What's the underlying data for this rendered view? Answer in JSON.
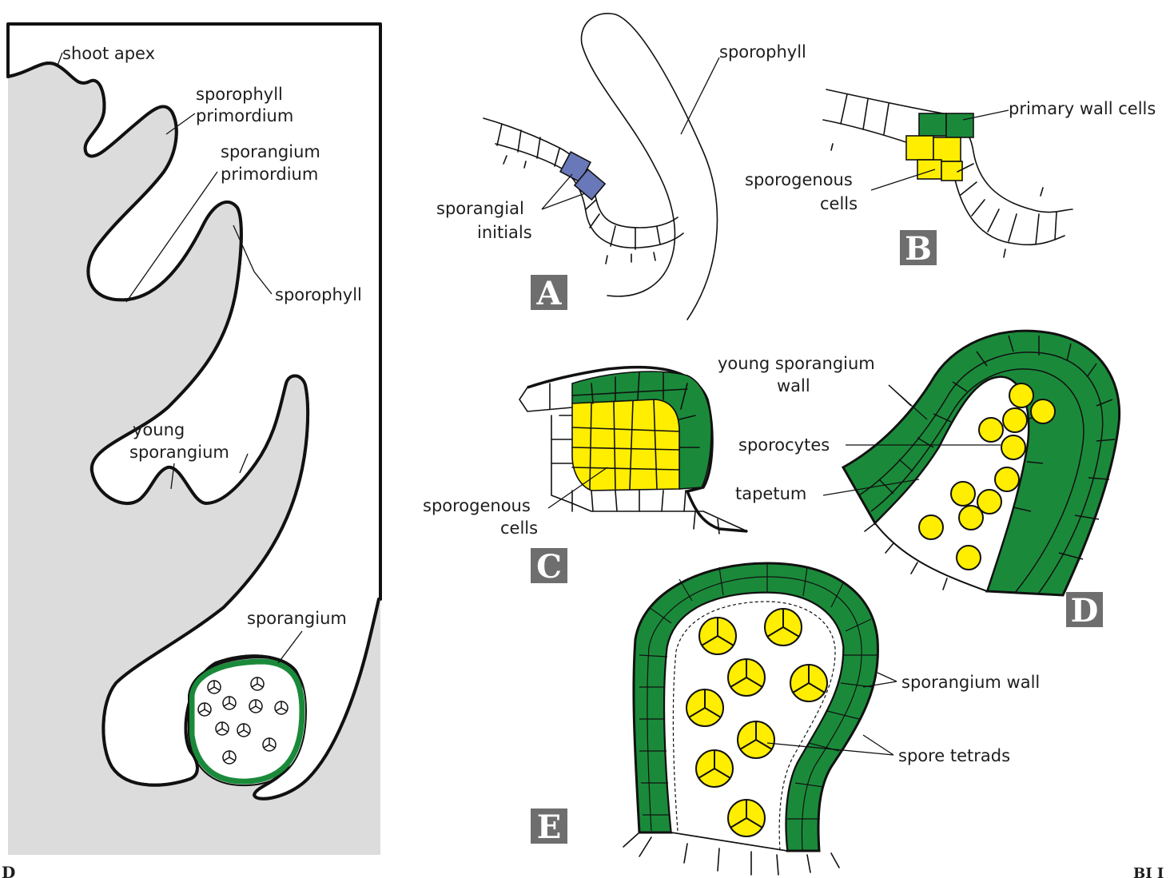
{
  "left_figure": {
    "labels": {
      "shoot_apex": "shoot apex",
      "sporophyll_primordium_1": "sporophyll",
      "sporophyll_primordium_2": "primordium",
      "sporangium_primordium_1": "sporangium",
      "sporangium_primordium_2": "primordium",
      "sporophyll": "sporophyll",
      "young_sporangium_1": "young",
      "young_sporangium_2": "sporangium",
      "sporangium": "sporangium"
    },
    "corner_letter": "D"
  },
  "panel_a": {
    "letter": "A",
    "labels": {
      "sporophyll": "sporophyll",
      "sporangial_initials_1": "sporangial",
      "sporangial_initials_2": "initials"
    }
  },
  "panel_b": {
    "letter": "B",
    "labels": {
      "primary_wall_cells": "primary wall cells",
      "sporogenous_cells_1": "sporogenous",
      "sporogenous_cells_2": "cells"
    }
  },
  "panel_c": {
    "letter": "C",
    "labels": {
      "sporogenous_cells_1": "sporogenous",
      "sporogenous_cells_2": "cells"
    }
  },
  "panel_d": {
    "letter": "D",
    "labels": {
      "young_sporangium_wall_1": "young sporangium",
      "young_sporangium_wall_2": "wall",
      "sporocytes": "sporocytes",
      "tapetum": "tapetum"
    }
  },
  "panel_e": {
    "letter": "E",
    "labels": {
      "sporangium_wall": "sporangium wall",
      "spore_tetrads": "spore tetrads"
    }
  },
  "corner_text_right": "BI I",
  "colors": {
    "wall_green": "#1a8a3a",
    "sporogenous_yellow": "#ffee00",
    "initials_blue": "#6878b8",
    "gray_fill": "#dcdcdc",
    "letter_box": "#6e6e6e"
  }
}
